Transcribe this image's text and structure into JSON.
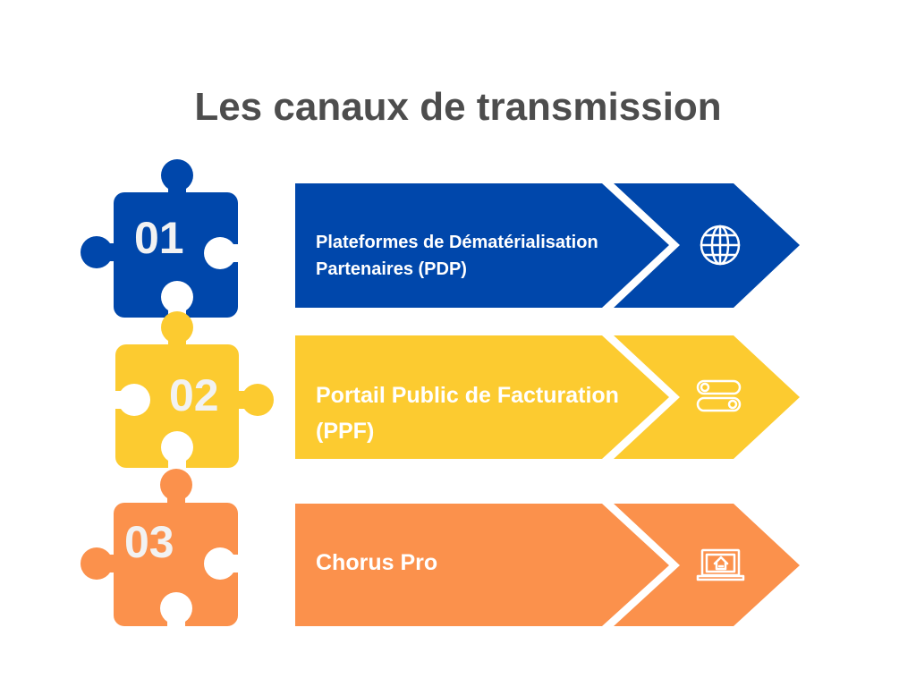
{
  "title": "Les canaux de transmission",
  "colors": {
    "blue": "#0047AB",
    "yellow": "#FCCB30",
    "orange": "#FB914C",
    "title": "#4d4d4d"
  },
  "steps": [
    {
      "number": "01",
      "lines": [
        "Plateformes de Dématérialisation",
        "Partenaires (PDP)"
      ],
      "icon": "globe-icon"
    },
    {
      "number": "02",
      "lines": [
        "Portail Public de Facturation",
        "(PPF)"
      ],
      "icon": "toggle-switches-icon"
    },
    {
      "number": "03",
      "lines": [
        "Chorus Pro"
      ],
      "icon": "laptop-home-icon"
    }
  ]
}
